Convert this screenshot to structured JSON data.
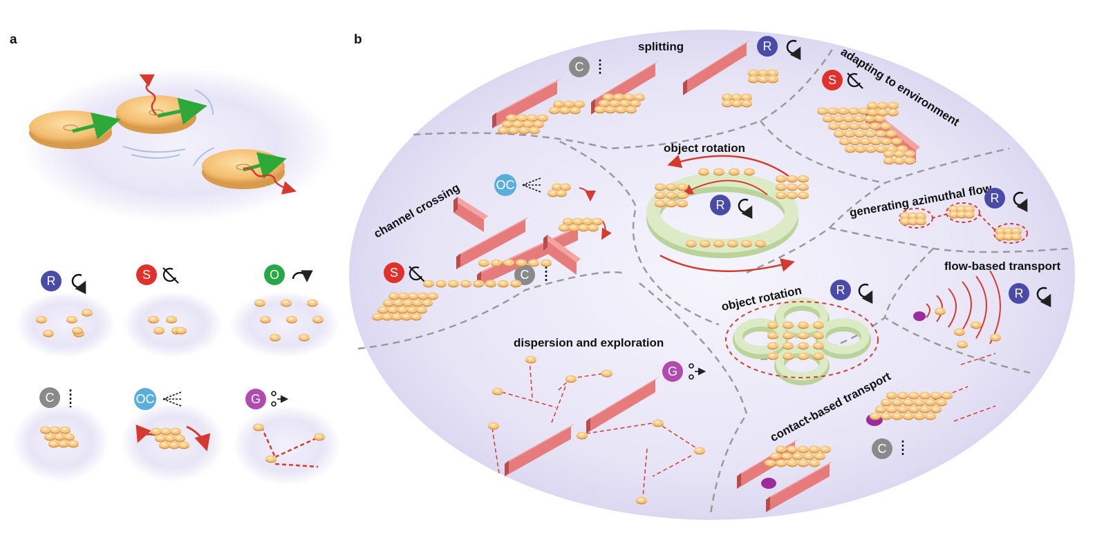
{
  "panels": {
    "a": "a",
    "b": "b"
  },
  "colors": {
    "R": "#4a4aa8",
    "S": "#e0322b",
    "O": "#28a845",
    "C": "#8a8a8a",
    "OC": "#5aaedc",
    "G": "#b24bb0",
    "wall": "#e57b7b",
    "ring": "#d6e8b8",
    "robot": "#f3c47d",
    "dash": "#d63a2f",
    "region": "#ebe8f6"
  },
  "legend": {
    "R": "R",
    "S": "S",
    "O": "O",
    "C": "C",
    "OC": "OC",
    "G": "G"
  },
  "labels": {
    "splitting": "splitting",
    "adapting": "adapting to environment",
    "object_rotation_1": "object  rotation",
    "channel_crossing": "channel crossing",
    "azimuthal_flow": "generating azimuthal flow",
    "flow_transport": "flow-based transport",
    "object_rotation_2": "object  rotation",
    "dispersion": "dispersion and exploration",
    "contact_transport": "contact-based transport"
  },
  "icons": {
    "R": "rotate-arrow-icon",
    "S": "no-rotate-icon",
    "O": "oscillate-icon",
    "C": "line-icon",
    "OC": "converge-arrows-icon",
    "G": "disperse-arrow-icon"
  }
}
